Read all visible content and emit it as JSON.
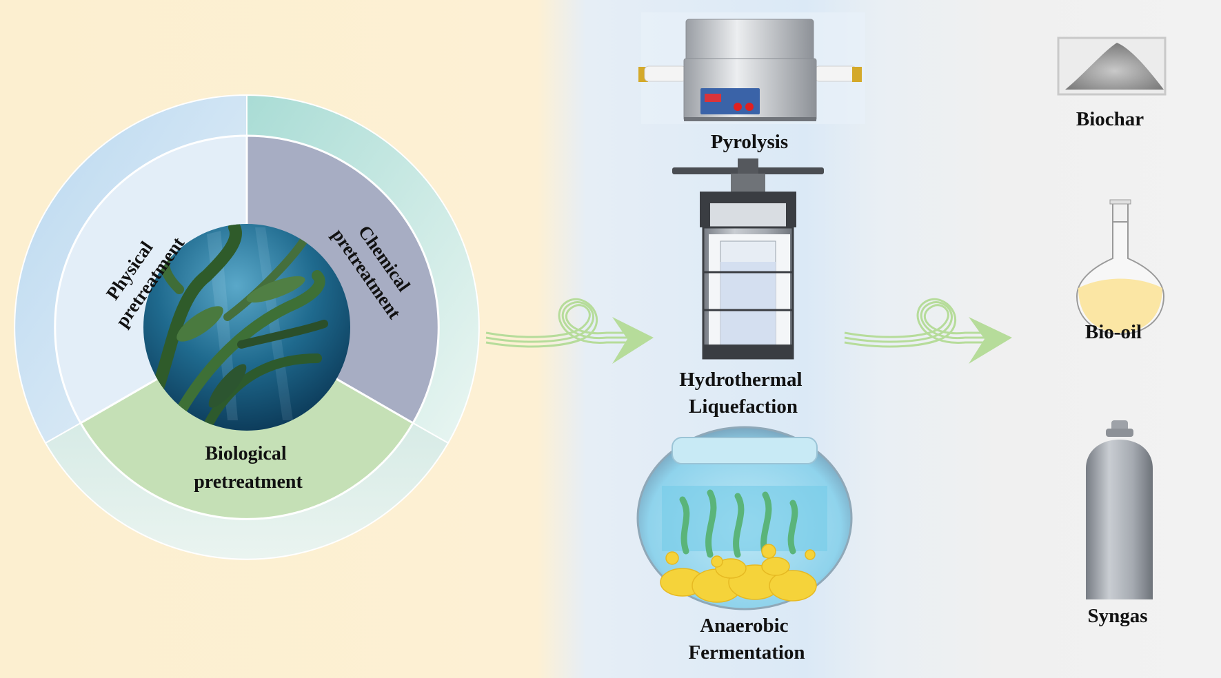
{
  "pretreatment": {
    "physical": [
      "Physical",
      "pretreatment"
    ],
    "chemical": [
      "Chemical",
      "pretreatment"
    ],
    "biological": [
      "Biological",
      "pretreatment"
    ]
  },
  "processes": {
    "pyrolysis": "Pyrolysis",
    "htl": [
      "Hydrothermal",
      "Liquefaction"
    ],
    "ferm": [
      "Anaerobic",
      "Fermentation"
    ]
  },
  "products": {
    "biochar": "Biochar",
    "biooil": "Bio-oil",
    "syngas": "Syngas"
  },
  "colors": {
    "physical": "#cfe4f3",
    "chemical": "#a7adc3",
    "biological": "#c5e0b6",
    "arrow": "#b6dc9a"
  }
}
